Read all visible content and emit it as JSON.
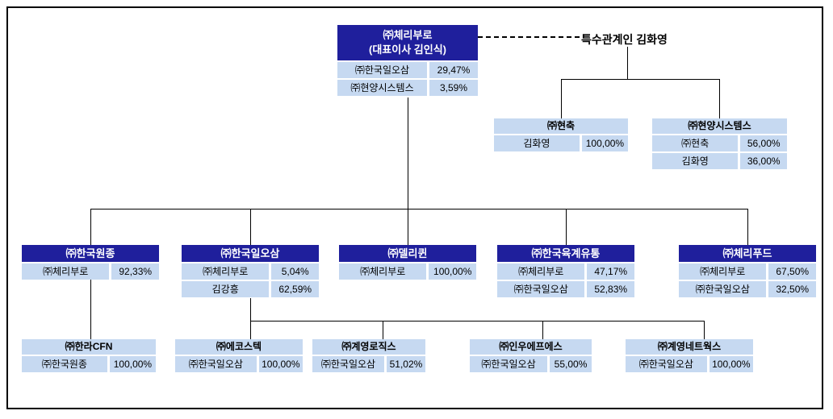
{
  "colors": {
    "navy": "#1F1F9C",
    "cell_blue": "#C6D9F1",
    "line": "#000000"
  },
  "root_company": {
    "name": "㈜체리부로",
    "ceo_line": "(대표이사 김인식)",
    "shareholders": [
      {
        "name": "㈜한국일오삼",
        "pct": "29,47%"
      },
      {
        "name": "㈜현양시스템스",
        "pct": "3,59%"
      }
    ]
  },
  "related_party_label": "특수관계인 김화영",
  "related_companies": [
    {
      "name": "㈜현축",
      "shareholders": [
        {
          "name": "김화영",
          "pct": "100,00%"
        }
      ]
    },
    {
      "name": "㈜현양시스템스",
      "shareholders": [
        {
          "name": "㈜현축",
          "pct": "56,00%"
        },
        {
          "name": "김화영",
          "pct": "36,00%"
        }
      ]
    }
  ],
  "subsidiaries": [
    {
      "name": "㈜한국원종",
      "shareholders": [
        {
          "name": "㈜체리부로",
          "pct": "92,33%"
        }
      ]
    },
    {
      "name": "㈜한국일오삼",
      "shareholders": [
        {
          "name": "㈜체리부로",
          "pct": "5,04%"
        },
        {
          "name": "김강흥",
          "pct": "62,59%"
        }
      ]
    },
    {
      "name": "㈜델리퀸",
      "shareholders": [
        {
          "name": "㈜체리부로",
          "pct": "100,00%"
        }
      ]
    },
    {
      "name": "㈜한국육계유통",
      "shareholders": [
        {
          "name": "㈜체리부로",
          "pct": "47,17%"
        },
        {
          "name": "㈜한국일오삼",
          "pct": "52,83%"
        }
      ]
    },
    {
      "name": "㈜체리푸드",
      "shareholders": [
        {
          "name": "㈜체리부로",
          "pct": "67,50%"
        },
        {
          "name": "㈜한국일오삼",
          "pct": "32,50%"
        }
      ]
    }
  ],
  "second_tier": [
    {
      "name": "㈜한라CFN",
      "shareholders": [
        {
          "name": "㈜한국원종",
          "pct": "100,00%"
        }
      ]
    },
    {
      "name": "㈜에코스텍",
      "shareholders": [
        {
          "name": "㈜한국일오삼",
          "pct": "100,00%"
        }
      ]
    },
    {
      "name": "㈜계영로직스",
      "shareholders": [
        {
          "name": "㈜한국일오삼",
          "pct": "51,02%"
        }
      ]
    },
    {
      "name": "㈜인우에프에스",
      "shareholders": [
        {
          "name": "㈜한국일오삼",
          "pct": "55,00%"
        }
      ]
    },
    {
      "name": "㈜계영네트웍스",
      "shareholders": [
        {
          "name": "㈜한국일오삼",
          "pct": "100,00%"
        }
      ]
    }
  ]
}
